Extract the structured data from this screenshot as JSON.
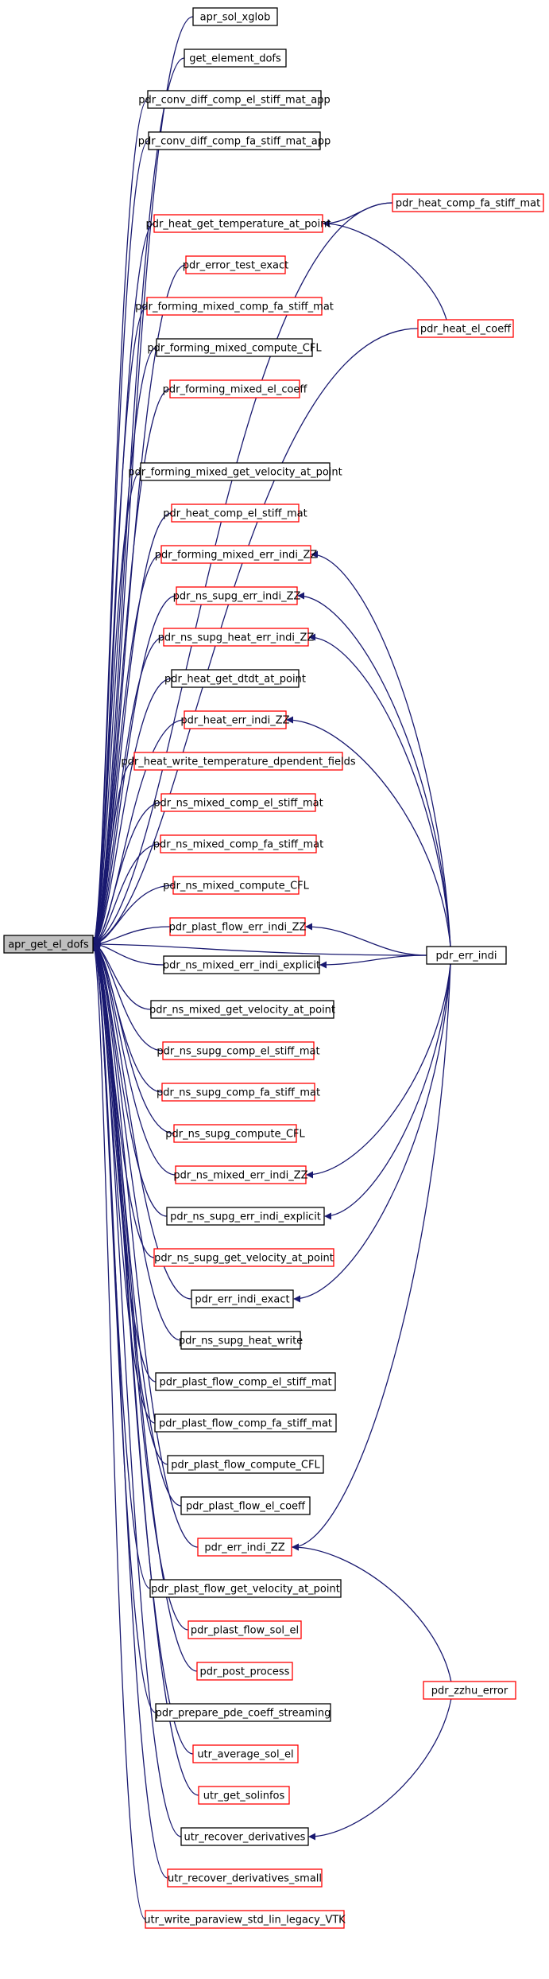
{
  "colors": {
    "edge": "#191970",
    "node_border_default": "#000000",
    "node_border_truncated": "#ff0000",
    "root_fill": "#bfbfbf"
  },
  "root": "apr_get_el_dofs",
  "nodes": [
    {
      "id": "apr_get_el_dofs",
      "label": "apr_get_el_dofs",
      "border": "black",
      "root": true
    },
    {
      "id": "apr_sol_xglob",
      "label": "apr_sol_xglob",
      "border": "black"
    },
    {
      "id": "get_element_dofs",
      "label": "get_element_dofs",
      "border": "black"
    },
    {
      "id": "pdr_conv_diff_comp_el_stiff_mat_app",
      "label": "pdr_conv_diff_comp_el_stiff_mat_app",
      "border": "black"
    },
    {
      "id": "pdr_conv_diff_comp_fa_stiff_mat_app",
      "label": "pdr_conv_diff_comp_fa_stiff_mat_app",
      "border": "black"
    },
    {
      "id": "pdr_heat_get_temperature_at_point",
      "label": "pdr_heat_get_temperature_at_point",
      "border": "red"
    },
    {
      "id": "pdr_error_test_exact",
      "label": "pdr_error_test_exact",
      "border": "red"
    },
    {
      "id": "pdr_forming_mixed_comp_fa_stiff_mat",
      "label": "pdr_forming_mixed_comp_fa_stiff_mat",
      "border": "red"
    },
    {
      "id": "pdr_forming_mixed_compute_CFL",
      "label": "pdr_forming_mixed_compute_CFL",
      "border": "black"
    },
    {
      "id": "pdr_forming_mixed_el_coeff",
      "label": "pdr_forming_mixed_el_coeff",
      "border": "red"
    },
    {
      "id": "pdr_forming_mixed_get_velocity_at_point",
      "label": "pdr_forming_mixed_get_velocity_at_point",
      "border": "black"
    },
    {
      "id": "pdr_heat_comp_el_stiff_mat",
      "label": "pdr_heat_comp_el_stiff_mat",
      "border": "red"
    },
    {
      "id": "pdr_forming_mixed_err_indi_ZZ",
      "label": "pdr_forming_mixed_err_indi_ZZ",
      "border": "red"
    },
    {
      "id": "pdr_ns_supg_err_indi_ZZ",
      "label": "pdr_ns_supg_err_indi_ZZ",
      "border": "red"
    },
    {
      "id": "pdr_ns_supg_heat_err_indi_ZZ",
      "label": "pdr_ns_supg_heat_err_indi_ZZ",
      "border": "red"
    },
    {
      "id": "pdr_heat_get_dtdt_at_point",
      "label": "pdr_heat_get_dtdt_at_point",
      "border": "black"
    },
    {
      "id": "pdr_heat_err_indi_ZZ",
      "label": "pdr_heat_err_indi_ZZ",
      "border": "red"
    },
    {
      "id": "pdr_heat_write_temperature_dpendent_fields",
      "label": "pdr_heat_write_temperature_dpendent_fields",
      "border": "red"
    },
    {
      "id": "pdr_ns_mixed_comp_el_stiff_mat",
      "label": "pdr_ns_mixed_comp_el_stiff_mat",
      "border": "red"
    },
    {
      "id": "pdr_ns_mixed_comp_fa_stiff_mat",
      "label": "pdr_ns_mixed_comp_fa_stiff_mat",
      "border": "red"
    },
    {
      "id": "pdr_ns_mixed_compute_CFL",
      "label": "pdr_ns_mixed_compute_CFL",
      "border": "red"
    },
    {
      "id": "pdr_plast_flow_err_indi_ZZ",
      "label": "pdr_plast_flow_err_indi_ZZ",
      "border": "red"
    },
    {
      "id": "pdr_ns_mixed_err_indi_explicit",
      "label": "pdr_ns_mixed_err_indi_explicit",
      "border": "black"
    },
    {
      "id": "pdr_ns_mixed_get_velocity_at_point",
      "label": "pdr_ns_mixed_get_velocity_at_point",
      "border": "black"
    },
    {
      "id": "pdr_ns_supg_comp_el_stiff_mat",
      "label": "pdr_ns_supg_comp_el_stiff_mat",
      "border": "red"
    },
    {
      "id": "pdr_ns_supg_comp_fa_stiff_mat",
      "label": "pdr_ns_supg_comp_fa_stiff_mat",
      "border": "red"
    },
    {
      "id": "pdr_ns_supg_compute_CFL",
      "label": "pdr_ns_supg_compute_CFL",
      "border": "red"
    },
    {
      "id": "pdr_ns_mixed_err_indi_ZZ",
      "label": "pdr_ns_mixed_err_indi_ZZ",
      "border": "red"
    },
    {
      "id": "pdr_ns_supg_err_indi_explicit",
      "label": "pdr_ns_supg_err_indi_explicit",
      "border": "black"
    },
    {
      "id": "pdr_ns_supg_get_velocity_at_point",
      "label": "pdr_ns_supg_get_velocity_at_point",
      "border": "red"
    },
    {
      "id": "pdr_err_indi_exact",
      "label": "pdr_err_indi_exact",
      "border": "black"
    },
    {
      "id": "pdr_ns_supg_heat_write",
      "label": "pdr_ns_supg_heat_write",
      "border": "black"
    },
    {
      "id": "pdr_plast_flow_comp_el_stiff_mat",
      "label": "pdr_plast_flow_comp_el_stiff_mat",
      "border": "black"
    },
    {
      "id": "pdr_plast_flow_comp_fa_stiff_mat",
      "label": "pdr_plast_flow_comp_fa_stiff_mat",
      "border": "black"
    },
    {
      "id": "pdr_plast_flow_compute_CFL",
      "label": "pdr_plast_flow_compute_CFL",
      "border": "black"
    },
    {
      "id": "pdr_plast_flow_el_coeff",
      "label": "pdr_plast_flow_el_coeff",
      "border": "black"
    },
    {
      "id": "pdr_err_indi_ZZ",
      "label": "pdr_err_indi_ZZ",
      "border": "red"
    },
    {
      "id": "pdr_plast_flow_get_velocity_at_point",
      "label": "pdr_plast_flow_get_velocity_at_point",
      "border": "black"
    },
    {
      "id": "pdr_plast_flow_sol_el",
      "label": "pdr_plast_flow_sol_el",
      "border": "red"
    },
    {
      "id": "pdr_post_process",
      "label": "pdr_post_process",
      "border": "red"
    },
    {
      "id": "pdr_prepare_pde_coeff_streaming",
      "label": "pdr_prepare_pde_coeff_streaming",
      "border": "black"
    },
    {
      "id": "utr_average_sol_el",
      "label": "utr_average_sol_el",
      "border": "red"
    },
    {
      "id": "utr_get_solinfos",
      "label": "utr_get_solinfos",
      "border": "red"
    },
    {
      "id": "utr_recover_derivatives",
      "label": "utr_recover_derivatives",
      "border": "black"
    },
    {
      "id": "utr_recover_derivatives_small",
      "label": "utr_recover_derivatives_small",
      "border": "red"
    },
    {
      "id": "utr_write_paraview_std_lin_legacy_VTK",
      "label": "utr_write_paraview_std_lin_legacy_VTK",
      "border": "red"
    },
    {
      "id": "pdr_heat_comp_fa_stiff_mat",
      "label": "pdr_heat_comp_fa_stiff_mat",
      "border": "red"
    },
    {
      "id": "pdr_heat_el_coeff",
      "label": "pdr_heat_el_coeff",
      "border": "red"
    },
    {
      "id": "pdr_err_indi",
      "label": "pdr_err_indi",
      "border": "black"
    },
    {
      "id": "pdr_zzhu_error",
      "label": "pdr_zzhu_error",
      "border": "red"
    }
  ],
  "edges": [
    {
      "from": "apr_sol_xglob",
      "to": "apr_get_el_dofs"
    },
    {
      "from": "get_element_dofs",
      "to": "apr_get_el_dofs"
    },
    {
      "from": "pdr_conv_diff_comp_el_stiff_mat_app",
      "to": "apr_get_el_dofs"
    },
    {
      "from": "pdr_conv_diff_comp_fa_stiff_mat_app",
      "to": "apr_get_el_dofs"
    },
    {
      "from": "pdr_heat_comp_fa_stiff_mat",
      "to": "apr_get_el_dofs"
    },
    {
      "from": "pdr_heat_get_temperature_at_point",
      "to": "apr_get_el_dofs"
    },
    {
      "from": "pdr_error_test_exact",
      "to": "apr_get_el_dofs"
    },
    {
      "from": "pdr_forming_mixed_comp_fa_stiff_mat",
      "to": "apr_get_el_dofs"
    },
    {
      "from": "pdr_forming_mixed_compute_CFL",
      "to": "apr_get_el_dofs"
    },
    {
      "from": "pdr_forming_mixed_el_coeff",
      "to": "apr_get_el_dofs"
    },
    {
      "from": "pdr_heat_el_coeff",
      "to": "apr_get_el_dofs"
    },
    {
      "from": "pdr_forming_mixed_get_velocity_at_point",
      "to": "apr_get_el_dofs"
    },
    {
      "from": "pdr_heat_comp_el_stiff_mat",
      "to": "apr_get_el_dofs"
    },
    {
      "from": "pdr_forming_mixed_err_indi_ZZ",
      "to": "apr_get_el_dofs"
    },
    {
      "from": "pdr_ns_supg_err_indi_ZZ",
      "to": "apr_get_el_dofs"
    },
    {
      "from": "pdr_ns_supg_heat_err_indi_ZZ",
      "to": "apr_get_el_dofs"
    },
    {
      "from": "pdr_heat_get_dtdt_at_point",
      "to": "apr_get_el_dofs"
    },
    {
      "from": "pdr_heat_err_indi_ZZ",
      "to": "apr_get_el_dofs"
    },
    {
      "from": "pdr_heat_write_temperature_dpendent_fields",
      "to": "apr_get_el_dofs"
    },
    {
      "from": "pdr_ns_mixed_comp_el_stiff_mat",
      "to": "apr_get_el_dofs"
    },
    {
      "from": "pdr_ns_mixed_comp_fa_stiff_mat",
      "to": "apr_get_el_dofs"
    },
    {
      "from": "pdr_ns_mixed_compute_CFL",
      "to": "apr_get_el_dofs"
    },
    {
      "from": "pdr_plast_flow_err_indi_ZZ",
      "to": "apr_get_el_dofs"
    },
    {
      "from": "pdr_ns_mixed_err_indi_explicit",
      "to": "apr_get_el_dofs"
    },
    {
      "from": "pdr_err_indi",
      "to": "apr_get_el_dofs"
    },
    {
      "from": "pdr_ns_mixed_get_velocity_at_point",
      "to": "apr_get_el_dofs"
    },
    {
      "from": "pdr_ns_supg_comp_el_stiff_mat",
      "to": "apr_get_el_dofs"
    },
    {
      "from": "pdr_ns_supg_comp_fa_stiff_mat",
      "to": "apr_get_el_dofs"
    },
    {
      "from": "pdr_ns_supg_compute_CFL",
      "to": "apr_get_el_dofs"
    },
    {
      "from": "pdr_ns_mixed_err_indi_ZZ",
      "to": "apr_get_el_dofs"
    },
    {
      "from": "pdr_ns_supg_err_indi_explicit",
      "to": "apr_get_el_dofs"
    },
    {
      "from": "pdr_ns_supg_get_velocity_at_point",
      "to": "apr_get_el_dofs"
    },
    {
      "from": "pdr_err_indi_exact",
      "to": "apr_get_el_dofs"
    },
    {
      "from": "pdr_ns_supg_heat_write",
      "to": "apr_get_el_dofs"
    },
    {
      "from": "pdr_plast_flow_comp_el_stiff_mat",
      "to": "apr_get_el_dofs"
    },
    {
      "from": "pdr_plast_flow_comp_fa_stiff_mat",
      "to": "apr_get_el_dofs"
    },
    {
      "from": "pdr_plast_flow_compute_CFL",
      "to": "apr_get_el_dofs"
    },
    {
      "from": "pdr_plast_flow_el_coeff",
      "to": "apr_get_el_dofs"
    },
    {
      "from": "pdr_err_indi_ZZ",
      "to": "apr_get_el_dofs"
    },
    {
      "from": "pdr_plast_flow_get_velocity_at_point",
      "to": "apr_get_el_dofs"
    },
    {
      "from": "pdr_plast_flow_sol_el",
      "to": "apr_get_el_dofs"
    },
    {
      "from": "pdr_post_process",
      "to": "apr_get_el_dofs"
    },
    {
      "from": "pdr_prepare_pde_coeff_streaming",
      "to": "apr_get_el_dofs"
    },
    {
      "from": "utr_average_sol_el",
      "to": "apr_get_el_dofs"
    },
    {
      "from": "utr_get_solinfos",
      "to": "apr_get_el_dofs"
    },
    {
      "from": "utr_recover_derivatives",
      "to": "apr_get_el_dofs"
    },
    {
      "from": "utr_recover_derivatives_small",
      "to": "apr_get_el_dofs"
    },
    {
      "from": "utr_write_paraview_std_lin_legacy_VTK",
      "to": "apr_get_el_dofs"
    },
    {
      "from": "pdr_heat_comp_fa_stiff_mat",
      "to": "pdr_heat_get_temperature_at_point"
    },
    {
      "from": "pdr_heat_el_coeff",
      "to": "pdr_heat_get_temperature_at_point"
    },
    {
      "from": "pdr_err_indi",
      "to": "pdr_forming_mixed_err_indi_ZZ"
    },
    {
      "from": "pdr_err_indi",
      "to": "pdr_ns_supg_err_indi_ZZ"
    },
    {
      "from": "pdr_err_indi",
      "to": "pdr_ns_supg_heat_err_indi_ZZ"
    },
    {
      "from": "pdr_err_indi",
      "to": "pdr_heat_err_indi_ZZ"
    },
    {
      "from": "pdr_err_indi",
      "to": "pdr_plast_flow_err_indi_ZZ"
    },
    {
      "from": "pdr_err_indi",
      "to": "pdr_ns_mixed_err_indi_explicit"
    },
    {
      "from": "pdr_err_indi",
      "to": "pdr_ns_mixed_err_indi_ZZ"
    },
    {
      "from": "pdr_err_indi",
      "to": "pdr_ns_supg_err_indi_explicit"
    },
    {
      "from": "pdr_err_indi",
      "to": "pdr_err_indi_exact"
    },
    {
      "from": "pdr_err_indi",
      "to": "pdr_err_indi_ZZ"
    },
    {
      "from": "pdr_zzhu_error",
      "to": "pdr_err_indi_ZZ"
    },
    {
      "from": "pdr_zzhu_error",
      "to": "utr_recover_derivatives"
    }
  ]
}
